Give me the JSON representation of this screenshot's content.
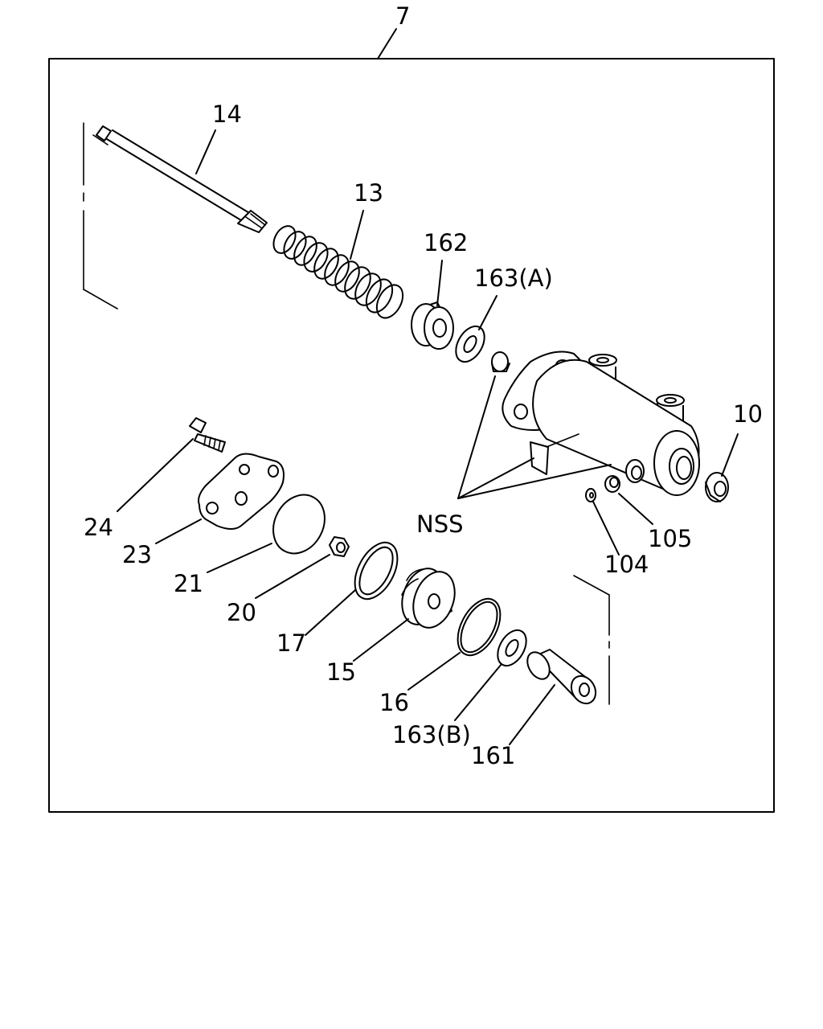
{
  "diagram": {
    "assembly_label": "7",
    "labels": {
      "p14": "14",
      "p13": "13",
      "p162": "162",
      "p163a": "163(A)",
      "p10": "10",
      "p105": "105",
      "p104": "104",
      "nss": "NSS",
      "p24": "24",
      "p23": "23",
      "p21": "21",
      "p20": "20",
      "p17": "17",
      "p15": "15",
      "p16": "16",
      "p163b": "163(B)",
      "p161": "161"
    }
  }
}
